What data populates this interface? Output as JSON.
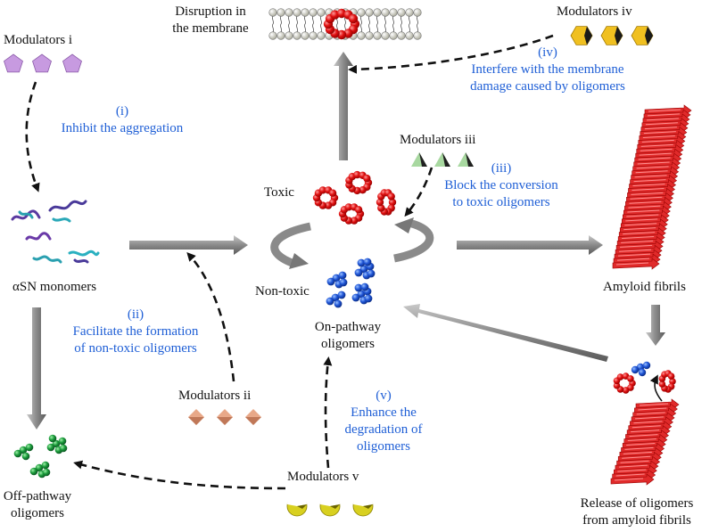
{
  "labels": {
    "disruption_line1": "Disruption in",
    "disruption_line2": "the membrane",
    "modulators_i": "Modulators i",
    "modulators_ii": "Modulators ii",
    "modulators_iii": "Modulators iii",
    "modulators_iv": "Modulators iv",
    "modulators_v": "Modulators v",
    "monomers": "αSN monomers",
    "toxic": "Toxic",
    "non_toxic": "Non-toxic",
    "on_pathway_line1": "On-pathway",
    "on_pathway_line2": "oligomers",
    "off_pathway_line1": "Off-pathway",
    "off_pathway_line2": "oligomers",
    "amyloid_fibrils": "Amyloid fibrils",
    "release_line1": "Release of oligomers",
    "release_line2": "from amyloid fibrils"
  },
  "steps": {
    "i_num": "(i)",
    "i_line1": "Inhibit the aggregation",
    "ii_num": "(ii)",
    "ii_line1": "Facilitate the formation",
    "ii_line2": "of non-toxic oligomers",
    "iii_num": "(iii)",
    "iii_line1": "Block the conversion",
    "iii_line2": "to toxic oligomers",
    "iv_num": "(iv)",
    "iv_line1": "Interfere with the membrane",
    "iv_line2": "damage caused by oligomers",
    "v_num": "(v)",
    "v_line1": "Enhance the",
    "v_line2": "degradation of",
    "v_line3": "oligomers"
  },
  "colors": {
    "step_text": "#1f5fd6",
    "toxic_oligomer": "#e01010",
    "nontoxic_oligomer": "#1f55d6",
    "offpathway_oligomer": "#1a9a3a",
    "fibril": "#e02a2a",
    "modulator_i": "#c79ae0",
    "modulator_ii": "#e8a888",
    "modulator_iii": "#a8d8a0",
    "modulator_iv": "#f0c020",
    "modulator_v": "#d8d020",
    "arrow": "#8a8a8a"
  },
  "icons": {
    "modulator_i": "pentagon-icon",
    "modulator_ii": "diamond-icon",
    "modulator_iii": "triangle-icon",
    "modulator_iv": "hexagon-icon",
    "modulator_v": "pie-wedge-icon"
  }
}
